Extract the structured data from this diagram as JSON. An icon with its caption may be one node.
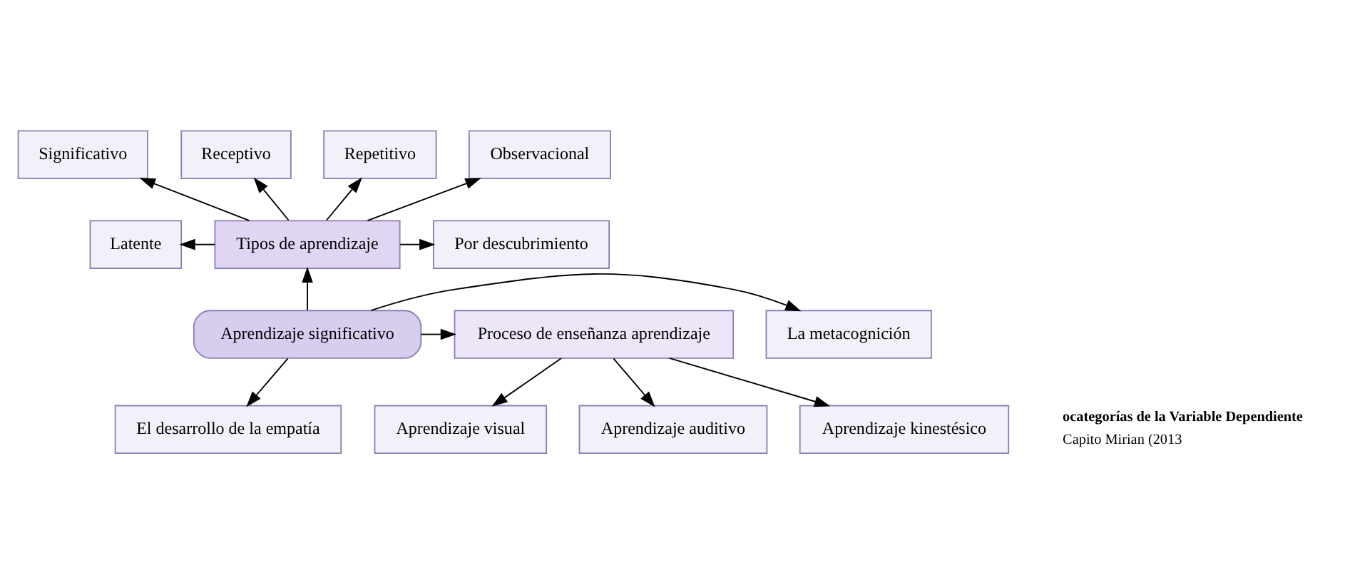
{
  "diagram": {
    "nodes": [
      {
        "text": [
          "Aprendizaje significativo"
        ]
      },
      {
        "text": [
          "Tipos de aprendizaje"
        ]
      },
      {
        "text": [
          "Por descubrimiento"
        ]
      },
      {
        "text": [
          "Significativo"
        ]
      },
      {
        "text": [
          "Receptivo"
        ]
      },
      {
        "text": [
          "Repetitivo"
        ]
      },
      {
        "text": [
          "Observacional"
        ]
      },
      {
        "text": [
          "Latente"
        ]
      },
      {
        "text": [
          "La metacognición"
        ]
      },
      {
        "text": [
          "El desarrollo de la empatía"
        ]
      },
      {
        "text": [
          "Proceso de enseñanza aprendizaje"
        ]
      },
      {
        "text": [
          "Aprendizaje visual"
        ]
      },
      {
        "text": [
          "Aprendizaje auditivo"
        ]
      },
      {
        "text": [
          "Aprendizaje kinestésico"
        ]
      }
    ],
    "edges": [
      {
        "from": 0,
        "to": 1,
        "arrow": "to"
      },
      {
        "from": 1,
        "to": 2,
        "arrow": "to"
      },
      {
        "from": 1,
        "to": 3,
        "arrow": "to"
      },
      {
        "from": 1,
        "to": 4,
        "arrow": "to"
      },
      {
        "from": 1,
        "to": 5,
        "arrow": "to"
      },
      {
        "from": 1,
        "to": 6,
        "arrow": "to"
      },
      {
        "from": 1,
        "to": 7,
        "arrow": "to"
      },
      {
        "from": 0,
        "to": 8,
        "arrow": "to"
      },
      {
        "from": 0,
        "to": 9,
        "arrow": "to"
      },
      {
        "from": 0,
        "to": 10,
        "arrow": "to"
      },
      {
        "from": 10,
        "to": 11,
        "arrow": "to"
      },
      {
        "from": 10,
        "to": 12,
        "arrow": "to"
      },
      {
        "from": 10,
        "to": 13,
        "arrow": "to"
      }
    ],
    "labels": [
      "ocategorías de la Variable Dependiente",
      "Capito Mirian (2013"
    ]
  }
}
